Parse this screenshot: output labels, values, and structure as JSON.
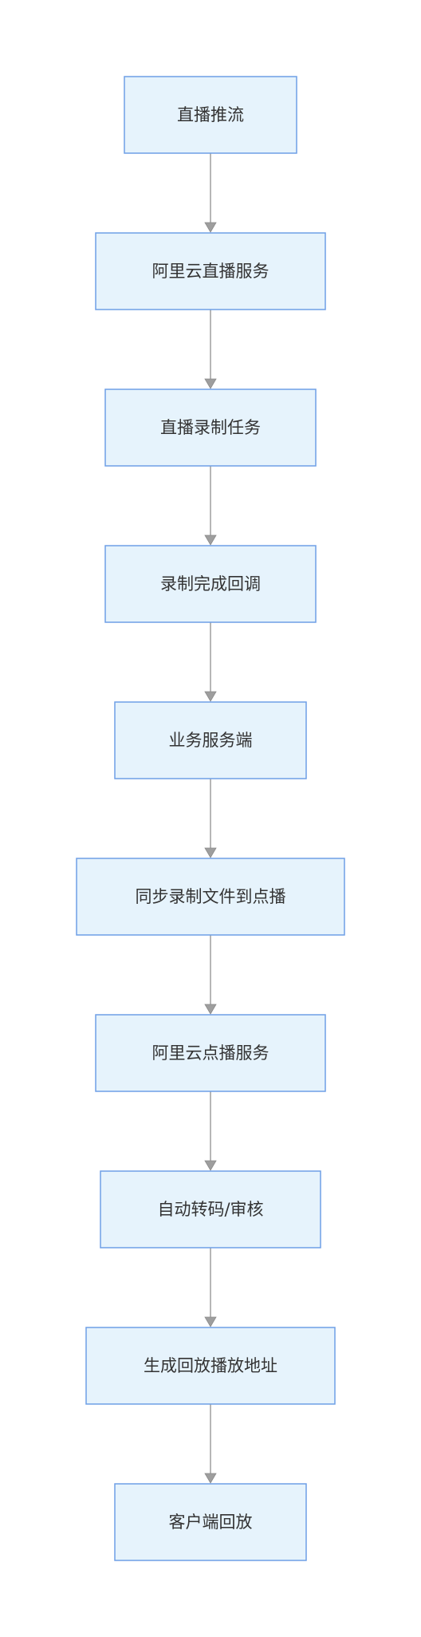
{
  "flowchart": {
    "direction": "top-to-bottom",
    "colors": {
      "node_fill": "#e6f3fc",
      "node_border": "#6f9fe6",
      "edge": "#9e9e9e",
      "text": "#333333"
    },
    "nodes": [
      {
        "id": "n1",
        "label": "直播推流"
      },
      {
        "id": "n2",
        "label": "阿里云直播服务"
      },
      {
        "id": "n3",
        "label": "直播录制任务"
      },
      {
        "id": "n4",
        "label": "录制完成回调"
      },
      {
        "id": "n5",
        "label": "业务服务端"
      },
      {
        "id": "n6",
        "label": "同步录制文件到点播"
      },
      {
        "id": "n7",
        "label": "阿里云点播服务"
      },
      {
        "id": "n8",
        "label": "自动转码/审核"
      },
      {
        "id": "n9",
        "label": "生成回放播放地址"
      },
      {
        "id": "n10",
        "label": "客户端回放"
      }
    ],
    "edges": [
      {
        "from": "n1",
        "to": "n2"
      },
      {
        "from": "n2",
        "to": "n3"
      },
      {
        "from": "n3",
        "to": "n4"
      },
      {
        "from": "n4",
        "to": "n5"
      },
      {
        "from": "n5",
        "to": "n6"
      },
      {
        "from": "n6",
        "to": "n7"
      },
      {
        "from": "n7",
        "to": "n8"
      },
      {
        "from": "n8",
        "to": "n9"
      },
      {
        "from": "n9",
        "to": "n10"
      }
    ]
  }
}
